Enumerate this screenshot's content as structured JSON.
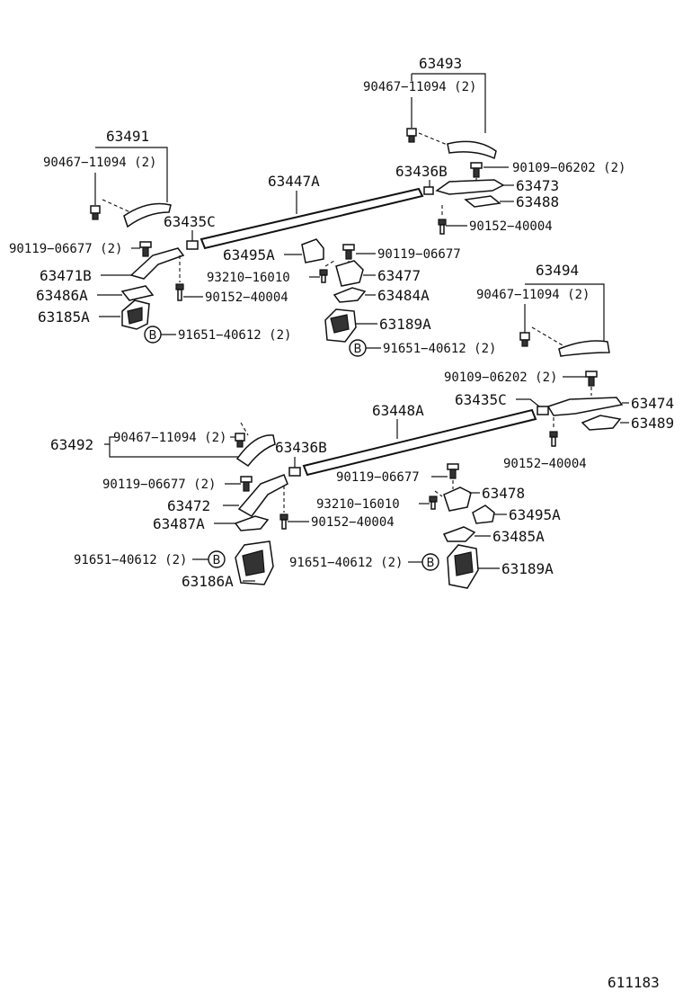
{
  "labels": {
    "p63493": "63493",
    "p90467_a": "90467−11094 (2)",
    "p63491": "63491",
    "p90467_b": "90467−11094 (2)",
    "p63447A": "63447A",
    "p63436B_a": "63436B",
    "p90109_a": "90109−06202 (2)",
    "p63473": "63473",
    "p63488": "63488",
    "p63435C_a": "63435C",
    "p90152_a": "90152−40004",
    "p90119_a": "90119−06677 (2)",
    "p63495A_a": "63495A",
    "p90119_b": "90119−06677",
    "p63471B": "63471B",
    "p93210_a": "93210−16010",
    "p63477": "63477",
    "p63486A": "63486A",
    "p90152_b": "90152−40004",
    "p63484A": "63484A",
    "p63494": "63494",
    "p90467_c": "90467−11094 (2)",
    "p63185A": "63185A",
    "p63189A_a": "63189A",
    "p91651_a": "91651−40612 (2)",
    "p91651_b": "91651−40612 (2)",
    "p90109_b": "90109−06202 (2)",
    "p63435C_b": "63435C",
    "p63474": "63474",
    "p63448A": "63448A",
    "p63489": "63489",
    "p63492": "63492",
    "p90467_d": "90467−11094 (2)",
    "p63436B_b": "63436B",
    "p90152_c": "90152−40004",
    "p90119_c": "90119−06677 (2)",
    "p90119_d": "90119−06677",
    "p63478": "63478",
    "p63472": "63472",
    "p93210_b": "93210−16010",
    "p63495A_b": "63495A",
    "p63487A": "63487A",
    "p90152_d": "90152−40004",
    "p63485A": "63485A",
    "p91651_c": "91651−40612 (2)",
    "p91651_d": "91651−40612 (2)",
    "p63189A_b": "63189A",
    "p63186A": "63186A",
    "b_marker": "B",
    "figure_code": "611183"
  }
}
